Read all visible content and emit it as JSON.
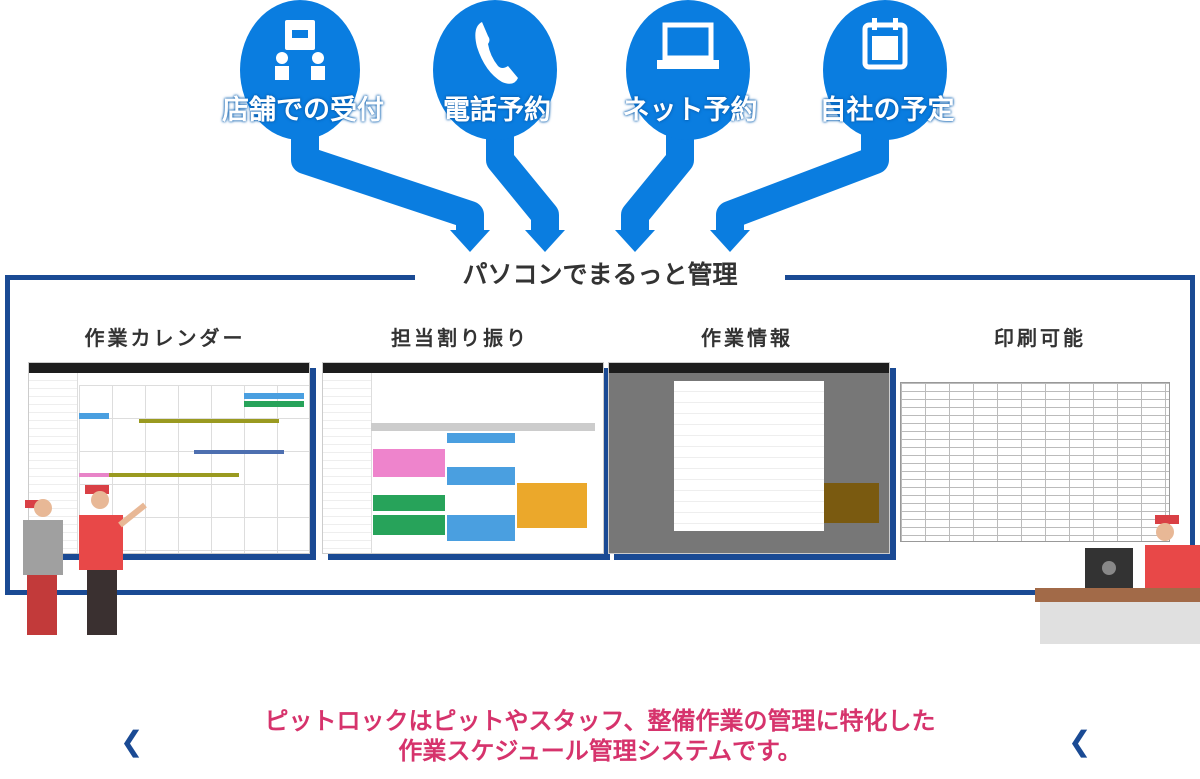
{
  "channels": [
    {
      "label": "店舗での受付",
      "icon": "reception-counter-icon"
    },
    {
      "label": "電話予約",
      "icon": "phone-icon"
    },
    {
      "label": "ネット予約",
      "icon": "laptop-icon"
    },
    {
      "label": "自社の予定",
      "icon": "calendar-icon"
    }
  ],
  "frame_title": "パソコンでまるっと管理",
  "screens": [
    {
      "label": "作業カレンダー"
    },
    {
      "label": "担当割り振り"
    },
    {
      "label": "作業情報"
    },
    {
      "label": "印刷可能"
    }
  ],
  "tagline": {
    "line1": "ピットロックはピットやスタッフ、整備作業の管理に特化した",
    "line2": "作業スケジュール管理システムです。"
  },
  "nav": {
    "prev": "‹",
    "next": "‹"
  },
  "colors": {
    "accent": "#0a7de0",
    "frame": "#1a4a94",
    "tagline": "#d6336c"
  }
}
